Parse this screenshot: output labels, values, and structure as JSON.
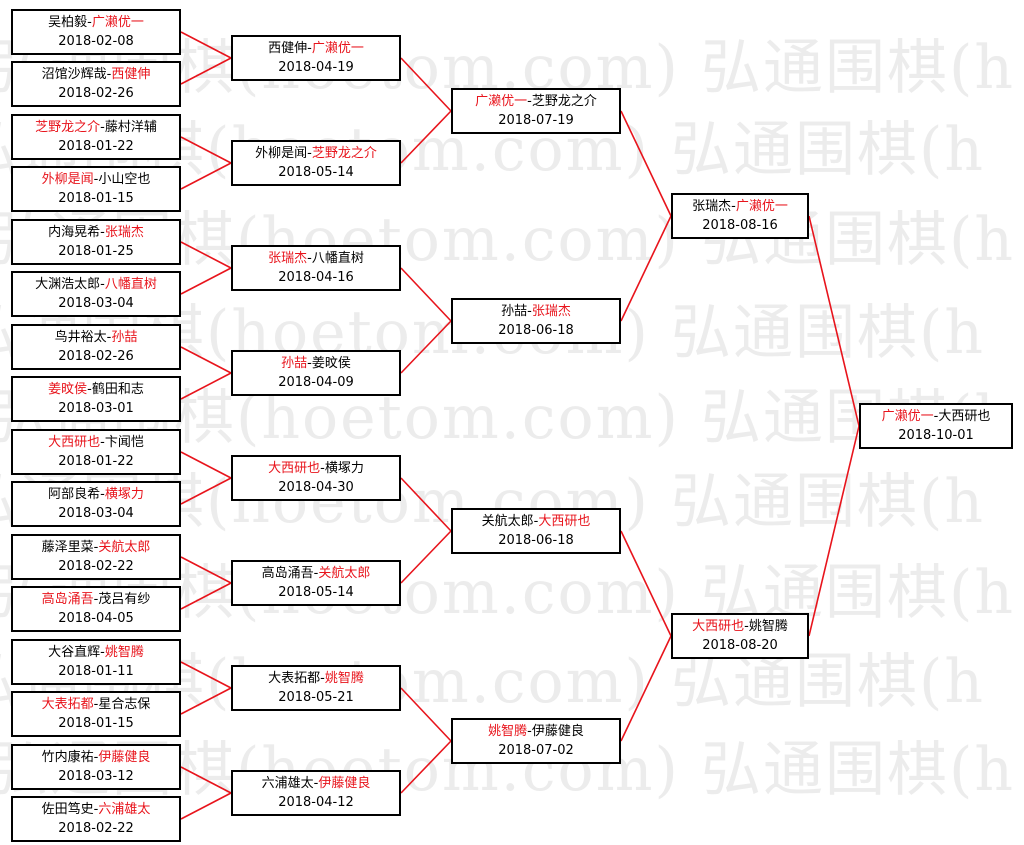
{
  "watermark": "弘通围棋(hoetom.com)",
  "colors": {
    "winner": "#e8141c",
    "line": "#e8141c",
    "border": "#000000"
  },
  "rounds": [
    [
      {
        "p1": "吴柏毅",
        "p2": "广濑优一",
        "date": "2018-02-08",
        "winner": 2
      },
      {
        "p1": "沼馆沙辉哉",
        "p2": "西健伸",
        "date": "2018-02-26",
        "winner": 2
      },
      {
        "p1": "芝野龙之介",
        "p2": "藤村洋辅",
        "date": "2018-01-22",
        "winner": 1
      },
      {
        "p1": "外柳是闻",
        "p2": "小山空也",
        "date": "2018-01-15",
        "winner": 1
      },
      {
        "p1": "内海晃希",
        "p2": "张瑞杰",
        "date": "2018-01-25",
        "winner": 2
      },
      {
        "p1": "大渊浩太郎",
        "p2": "八幡直树",
        "date": "2018-03-04",
        "winner": 2
      },
      {
        "p1": "鸟井裕太",
        "p2": "孙喆",
        "date": "2018-02-26",
        "winner": 2
      },
      {
        "p1": "姜旼侯",
        "p2": "鹤田和志",
        "date": "2018-03-01",
        "winner": 1
      },
      {
        "p1": "大西研也",
        "p2": "卞闻恺",
        "date": "2018-01-22",
        "winner": 1
      },
      {
        "p1": "阿部良希",
        "p2": "横塚力",
        "date": "2018-03-04",
        "winner": 2
      },
      {
        "p1": "藤泽里菜",
        "p2": "关航太郎",
        "date": "2018-02-22",
        "winner": 2
      },
      {
        "p1": "高岛涌吾",
        "p2": "茂吕有纱",
        "date": "2018-04-05",
        "winner": 1
      },
      {
        "p1": "大谷直辉",
        "p2": "姚智腾",
        "date": "2018-01-11",
        "winner": 2
      },
      {
        "p1": "大表拓都",
        "p2": "星合志保",
        "date": "2018-01-15",
        "winner": 1
      },
      {
        "p1": "竹内康祐",
        "p2": "伊藤健良",
        "date": "2018-03-12",
        "winner": 2
      },
      {
        "p1": "佐田笃史",
        "p2": "六浦雄太",
        "date": "2018-02-22",
        "winner": 2
      }
    ],
    [
      {
        "p1": "西健伸",
        "p2": "广濑优一",
        "date": "2018-04-19",
        "winner": 2
      },
      {
        "p1": "外柳是闻",
        "p2": "芝野龙之介",
        "date": "2018-05-14",
        "winner": 2
      },
      {
        "p1": "张瑞杰",
        "p2": "八幡直树",
        "date": "2018-04-16",
        "winner": 1
      },
      {
        "p1": "孙喆",
        "p2": "姜旼侯",
        "date": "2018-04-09",
        "winner": 1
      },
      {
        "p1": "大西研也",
        "p2": "横塚力",
        "date": "2018-04-30",
        "winner": 1
      },
      {
        "p1": "高岛涌吾",
        "p2": "关航太郎",
        "date": "2018-05-14",
        "winner": 2
      },
      {
        "p1": "大表拓都",
        "p2": "姚智腾",
        "date": "2018-05-21",
        "winner": 2
      },
      {
        "p1": "六浦雄太",
        "p2": "伊藤健良",
        "date": "2018-04-12",
        "winner": 2
      }
    ],
    [
      {
        "p1": "广濑优一",
        "p2": "芝野龙之介",
        "date": "2018-07-19",
        "winner": 1
      },
      {
        "p1": "孙喆",
        "p2": "张瑞杰",
        "date": "2018-06-18",
        "winner": 2
      },
      {
        "p1": "关航太郎",
        "p2": "大西研也",
        "date": "2018-06-18",
        "winner": 2
      },
      {
        "p1": "姚智腾",
        "p2": "伊藤健良",
        "date": "2018-07-02",
        "winner": 1
      }
    ],
    [
      {
        "p1": "张瑞杰",
        "p2": "广濑优一",
        "date": "2018-08-16",
        "winner": 2
      },
      {
        "p1": "大西研也",
        "p2": "姚智腾",
        "date": "2018-08-20",
        "winner": 1
      }
    ],
    [
      {
        "p1": "广濑优一",
        "p2": "大西研也",
        "date": "2018-10-01",
        "winner": 1
      }
    ]
  ]
}
